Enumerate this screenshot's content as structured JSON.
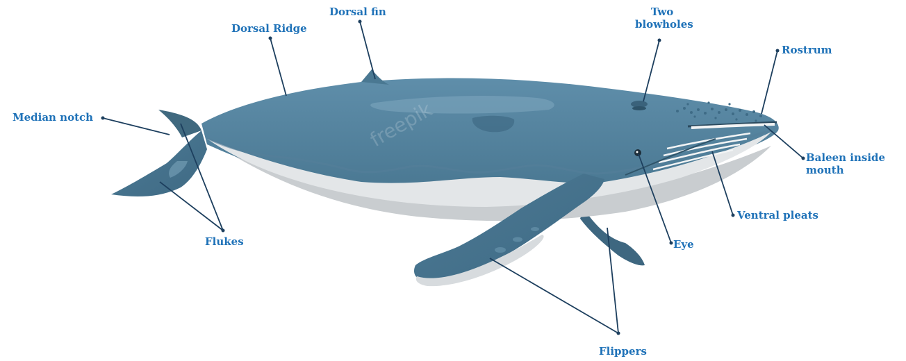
{
  "diagram": {
    "labels": {
      "dorsal_fin": "Dorsal fin",
      "dorsal_ridge": "Dorsal Ridge",
      "two_blowholes_line1": "Two",
      "two_blowholes_line2": "blowholes",
      "rostrum": "Rostrum",
      "median_notch": "Median notch",
      "baleen_line1": "Baleen inside",
      "baleen_line2": "mouth",
      "ventral_pleats": "Ventral pleats",
      "eye": "Eye",
      "flukes": "Flukes",
      "flippers": "Flippers"
    },
    "watermark": "freepik",
    "colors": {
      "label_text": "#1f72b8",
      "leader_line": "#1d3f5e",
      "body_dark": "#4e7c98",
      "body_mid": "#6a98b3",
      "belly": "#e3e6e8",
      "shadow": "#c9cdd0"
    }
  }
}
